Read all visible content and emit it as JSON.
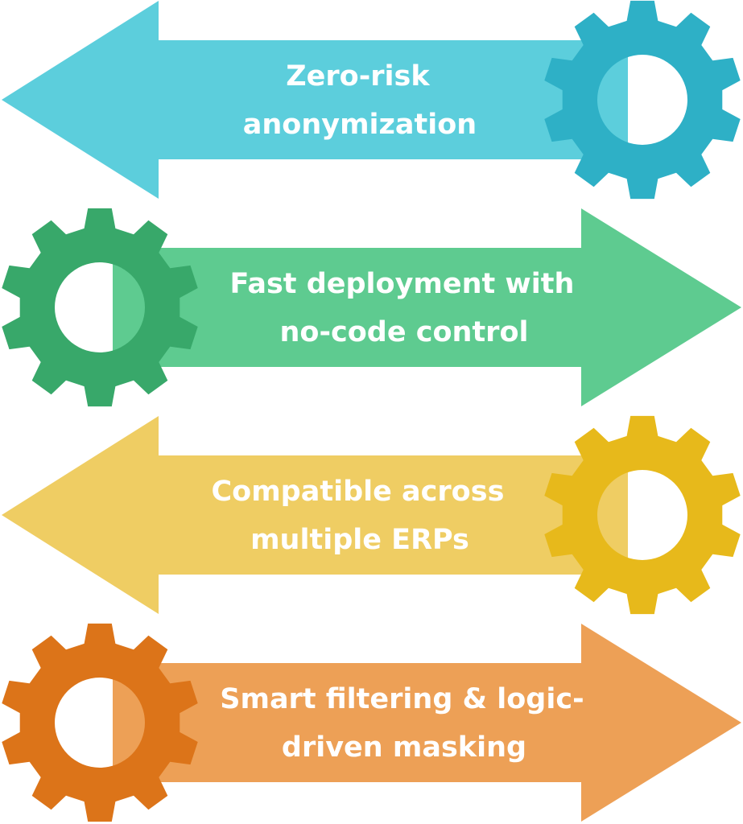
{
  "items": [
    {
      "direction": "left",
      "arrow_color": "#5ccedc",
      "gear_color": "#2eb0c6",
      "label_lines": [
        "Zero-risk",
        "anonymization"
      ]
    },
    {
      "direction": "right",
      "arrow_color": "#5ecb90",
      "gear_color": "#38a86a",
      "label_lines": [
        "Fast deployment with",
        "no-code control"
      ]
    },
    {
      "direction": "left",
      "arrow_color": "#efcd63",
      "gear_color": "#e7b91b",
      "label_lines": [
        "Compatible across",
        "multiple ERPs"
      ]
    },
    {
      "direction": "right",
      "arrow_color": "#eda056",
      "gear_color": "#dc7419",
      "label_lines": [
        "Smart filtering & logic-",
        "driven masking"
      ]
    }
  ],
  "icons": {
    "arrow": "arrow-shape",
    "gear": "gear-icon"
  }
}
